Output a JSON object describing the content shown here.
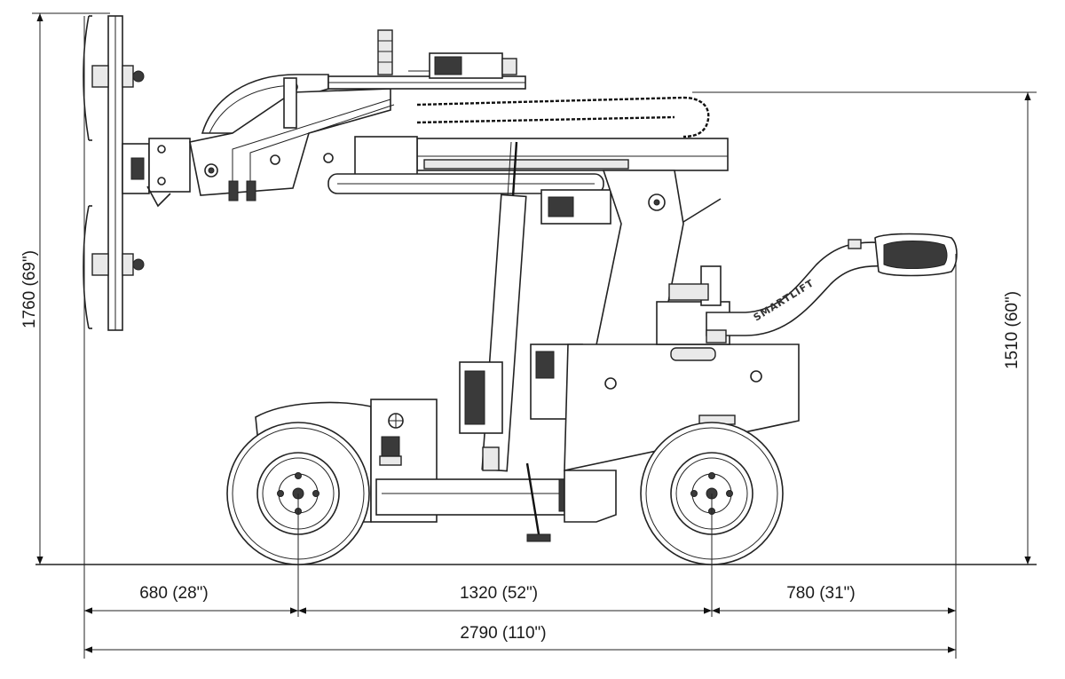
{
  "diagram": {
    "brand": "SMARTLIFT",
    "dimensions": {
      "total_height": "1760 (69\")",
      "mast_height": "1510 (60\")",
      "front_overhang": "680 (28\")",
      "wheelbase": "1320 (52\")",
      "rear_overhang": "780 (31\")",
      "total_length": "2790 (110\")"
    }
  }
}
